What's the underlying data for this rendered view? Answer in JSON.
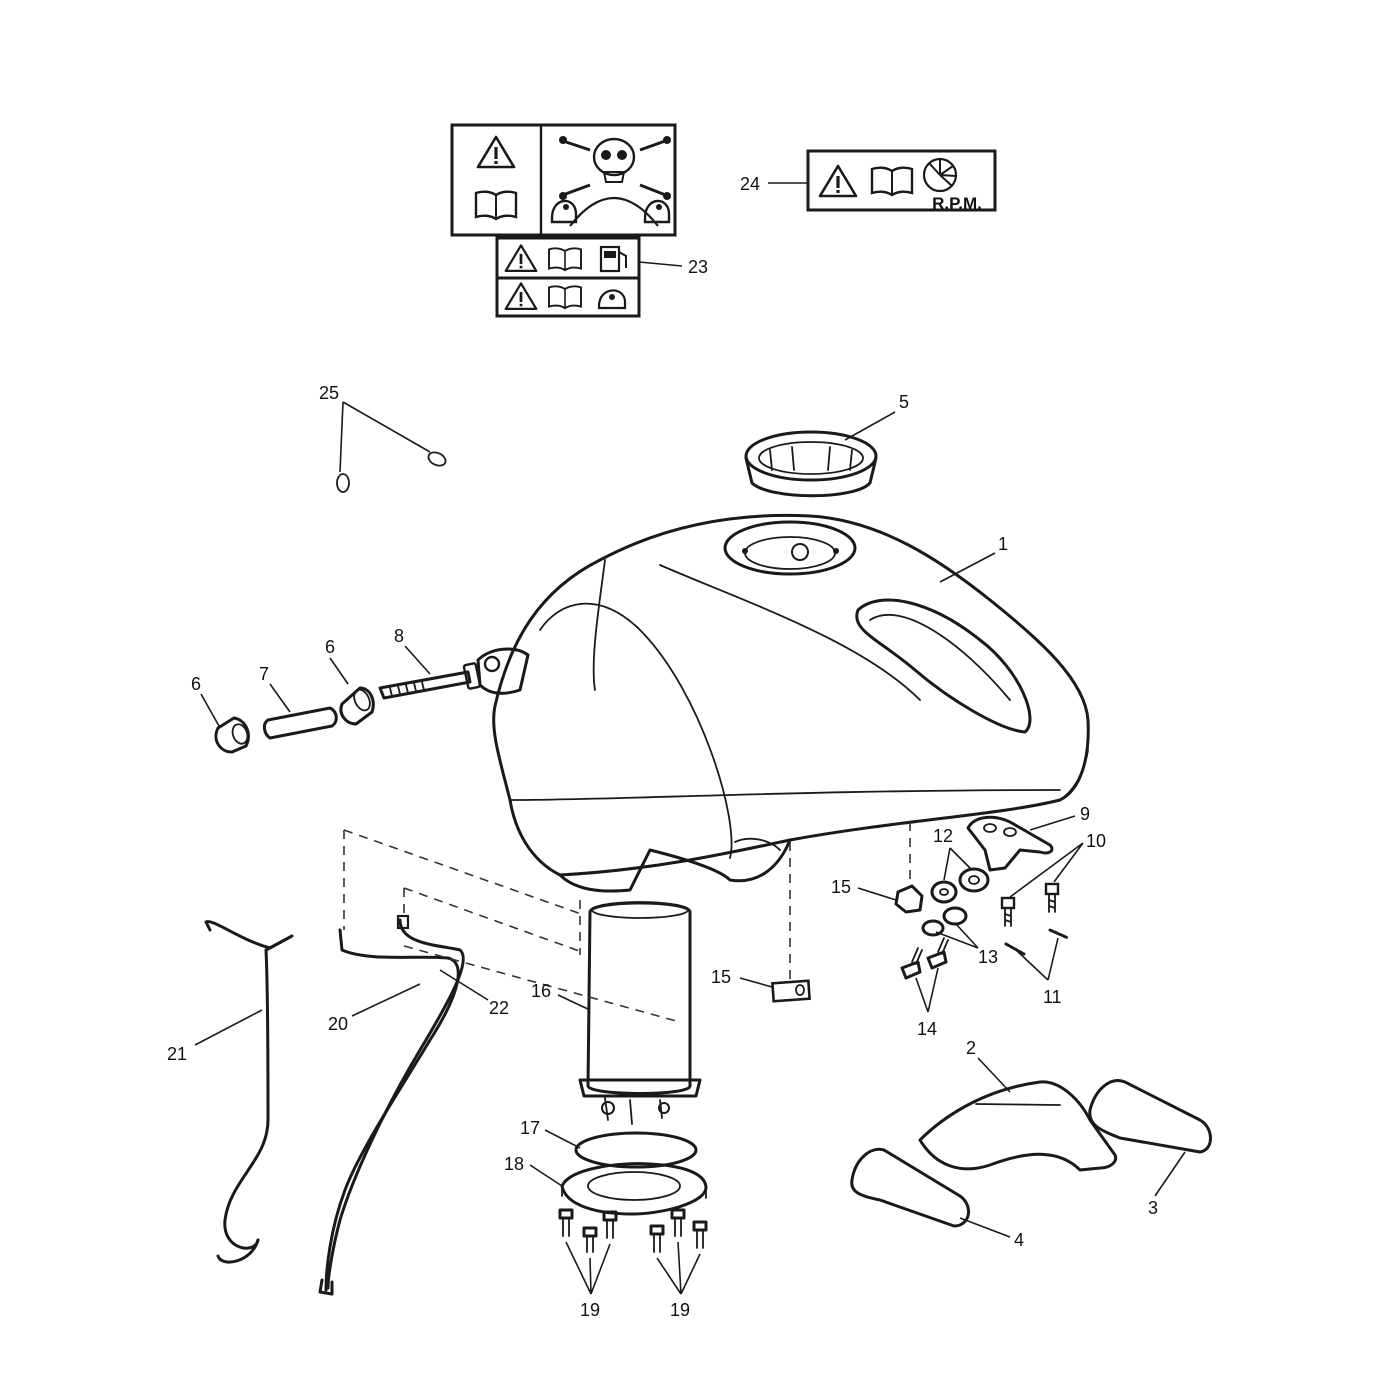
{
  "labels": {
    "rpm_text": "R.P.M."
  },
  "callouts": [
    "1",
    "2",
    "3",
    "4",
    "5",
    "6",
    "6",
    "7",
    "8",
    "9",
    "10",
    "11",
    "12",
    "13",
    "14",
    "15",
    "15",
    "16",
    "17",
    "18",
    "19",
    "19",
    "20",
    "21",
    "22",
    "23",
    "24",
    "25"
  ],
  "icons": {
    "warning": "warning-triangle-icon",
    "manual": "open-book-icon",
    "fuel": "fuel-pump-icon",
    "helmet": "helmet-icon",
    "skull": "skull-crossbones-icon",
    "tachometer": "tachometer-icon"
  }
}
